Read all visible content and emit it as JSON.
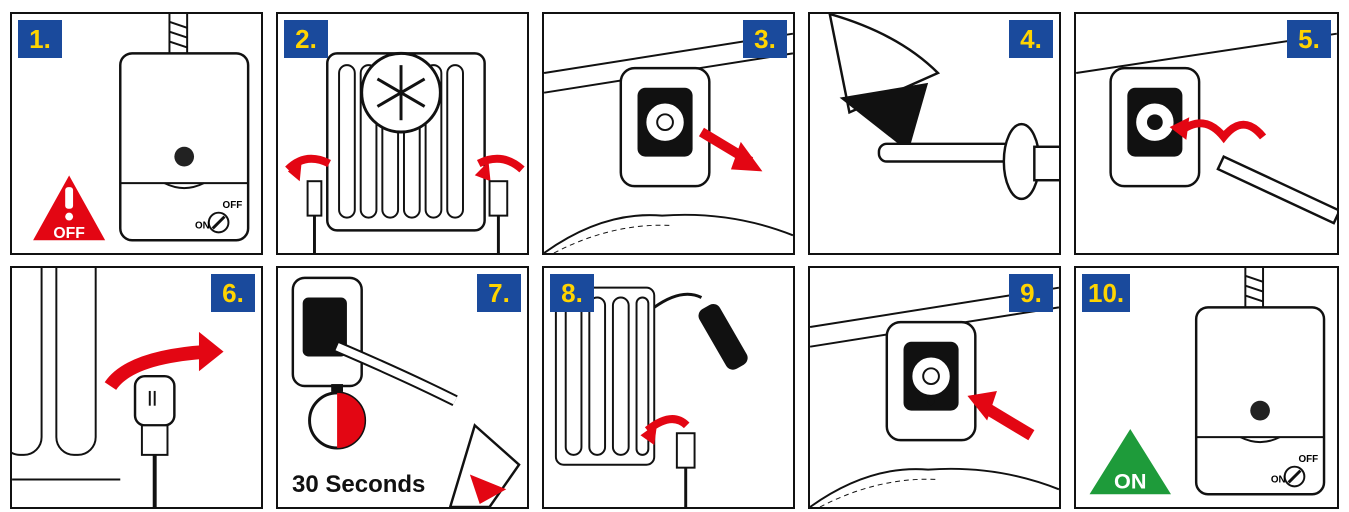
{
  "steps": [
    {
      "number": "1.",
      "sign": "OFF",
      "switch_on": "ON",
      "switch_off": "OFF"
    },
    {
      "number": "2."
    },
    {
      "number": "3."
    },
    {
      "number": "4."
    },
    {
      "number": "5."
    },
    {
      "number": "6."
    },
    {
      "number": "7.",
      "caption": "30 Seconds"
    },
    {
      "number": "8."
    },
    {
      "number": "9."
    },
    {
      "number": "10.",
      "sign": "ON",
      "switch_on": "ON",
      "switch_off": "OFF"
    }
  ],
  "colors": {
    "badge": "#1a4a9c",
    "badge_text": "#ffd400",
    "arrow": "#e30613",
    "sign_on": "#1e9b3a",
    "sign_off": "#e30613"
  }
}
